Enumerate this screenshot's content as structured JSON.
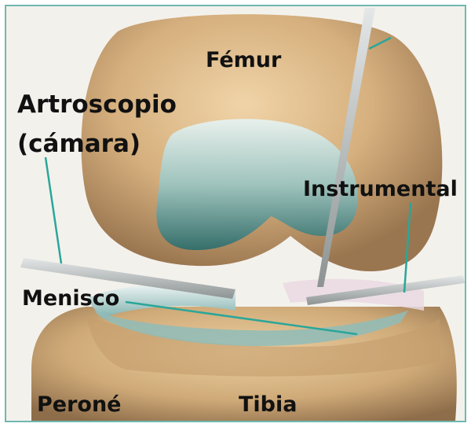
{
  "labels": {
    "femur": "Fémur",
    "arthroscope_line1": "Artroscopio",
    "arthroscope_line2": "(cámara)",
    "instrumental": "Instrumental",
    "menisco": "Menisco",
    "perone": "Peroné",
    "tibia": "Tibia"
  },
  "colors": {
    "frame_border": "#6fb8b0",
    "leader_line": "#2aa69a",
    "bone": "#d9b98c",
    "cartilage": "#4f8f8d",
    "instrument": "#b9bdbd"
  }
}
